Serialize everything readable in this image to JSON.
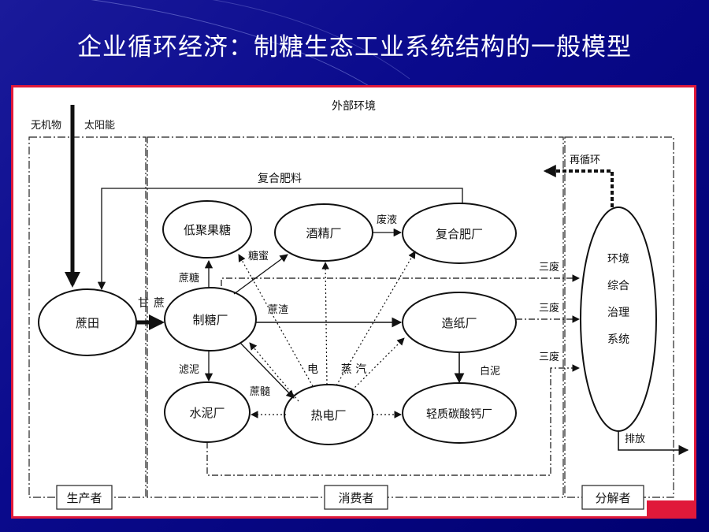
{
  "title": "企业循环经济：制糖生态工业系统结构的一般模型",
  "diagram": {
    "external_env": "外部环境",
    "inorganic": "无机物",
    "solar": "太阳能",
    "nodes": {
      "canefield": "蔗田",
      "sugar_factory": "制糖厂",
      "oligosaccharide": "低聚果糖",
      "alcohol": "酒精厂",
      "fertilizer": "复合肥厂",
      "paper": "造纸厂",
      "cement": "水泥厂",
      "power": "热电厂",
      "caco3": "轻质碳酸钙厂",
      "env_system": [
        "环境",
        "综合",
        "治理",
        "系统"
      ]
    },
    "labels": {
      "compound_fertilizer": "复合肥料",
      "molasses": "糖蜜",
      "waste_liquid": "废液",
      "cane_sugar": "蔗糖",
      "cane_char": [
        "甘",
        "蔗"
      ],
      "bagasse": "蔗渣",
      "filter_mud": "滤泥",
      "cane_pith": "蔗髓",
      "electricity": "电",
      "steam": "蒸  汽",
      "white_mud": "白泥",
      "three_waste": "三废",
      "recycle": "再循环",
      "discharge": "排放"
    },
    "sections": {
      "producer": "生产者",
      "consumer": "消费者",
      "decomposer": "分解者"
    }
  }
}
